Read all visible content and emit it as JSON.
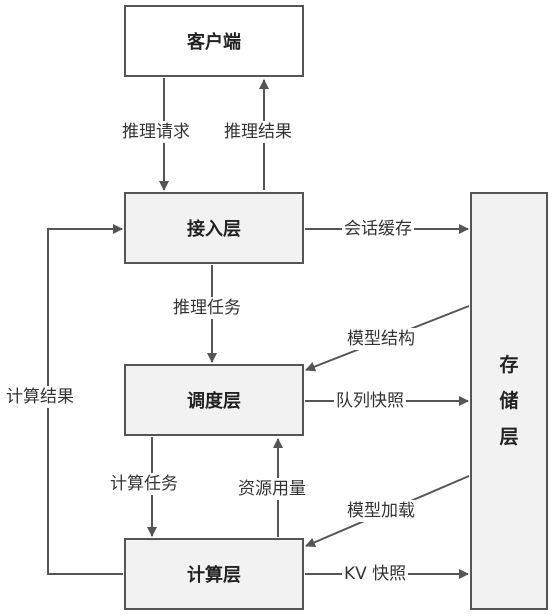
{
  "nodes": {
    "client": "客户端",
    "access": "接入层",
    "scheduler": "调度层",
    "compute": "计算层",
    "storage": [
      "存",
      "储",
      "层"
    ]
  },
  "edges": {
    "inference_request": "推理请求",
    "inference_result": "推理结果",
    "session_cache": "会话缓存",
    "inference_task": "推理任务",
    "model_structure": "模型结构",
    "queue_snapshot": "队列快照",
    "compute_result": "计算结果",
    "compute_task": "计算任务",
    "resource_usage": "资源用量",
    "model_loading": "模型加载",
    "kv_snapshot": "KV 快照"
  },
  "colors": {
    "box_border": "#555555",
    "box_fill": "#f2f2f2",
    "arrow": "#555555",
    "text": "#333333"
  }
}
